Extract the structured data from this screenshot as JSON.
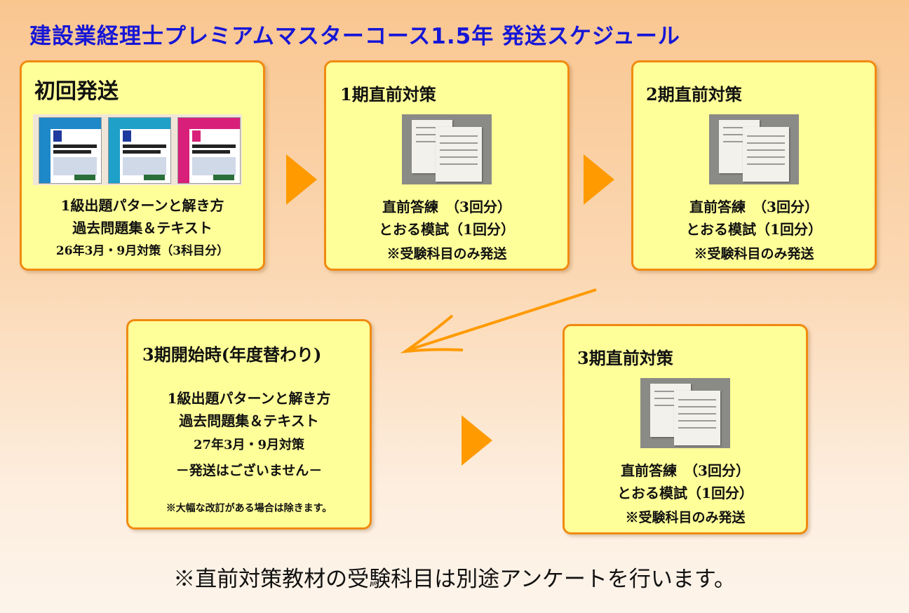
{
  "title": "建設業経理士プレミアムマスターコース1.5年 発送スケジュール",
  "boxes": {
    "initial": {
      "heading": "初回発送",
      "lines": [
        "1級出題パターンと解き方",
        "過去問題集＆テキスト",
        "26年3月・9月対策（3科目分）"
      ]
    },
    "period1": {
      "heading": "1期直前対策",
      "lines": [
        "直前答練　（3回分）",
        "とおる模試（1回分）",
        "※受験科目のみ発送"
      ]
    },
    "period2": {
      "heading": "2期直前対策",
      "lines": [
        "直前答練　（3回分）",
        "とおる模試（1回分）",
        "※受験科目のみ発送"
      ]
    },
    "period3start": {
      "heading": "3期開始時(年度替わり)",
      "lines": [
        "1級出題パターンと解き方",
        "過去問題集＆テキスト",
        "27年3月・9月対策",
        "－発送はございません－"
      ],
      "note": "※大幅な改訂がある場合は除きます。"
    },
    "period3": {
      "heading": "3期直前対策",
      "lines": [
        "直前答練　（3回分）",
        "とおる模試（1回分）",
        "※受験科目のみ発送"
      ]
    }
  },
  "footer_note": "※直前対策教材の受験科目は別途アンケートを行います。",
  "colors": {
    "title": "#1616d6",
    "box_fill": "#ffff99",
    "box_border": "#f08a10",
    "arrow": "#ff9a00",
    "book_colors": [
      "#1e88c8",
      "#1ea0c8",
      "#d8207a"
    ]
  },
  "icons": [
    "book-cover-image",
    "document-photo",
    "right-arrow",
    "curved-arrow"
  ]
}
